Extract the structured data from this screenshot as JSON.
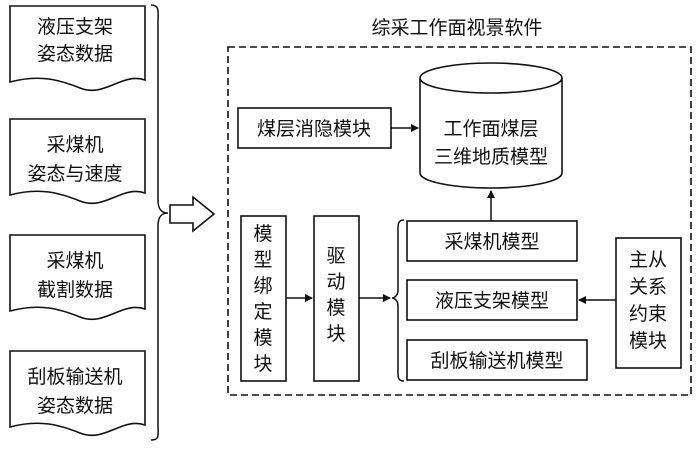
{
  "software_title": "综采工作面视景软件",
  "inputs": [
    {
      "lines": [
        "液压支架",
        "姿态数据"
      ]
    },
    {
      "lines": [
        "采煤机",
        "姿态与速度"
      ]
    },
    {
      "lines": [
        "采煤机",
        "截割数据"
      ]
    },
    {
      "lines": [
        "刮板输送机",
        "姿态数据"
      ]
    }
  ],
  "modules": {
    "coal_blanking": "煤层消隐模块",
    "geo_model": [
      "工作面煤层",
      "三维地质模型"
    ],
    "binding": [
      "模",
      "型",
      "绑",
      "定",
      "模",
      "块"
    ],
    "driver": [
      "驱",
      "动",
      "模",
      "块"
    ],
    "shearer_model": "采煤机模型",
    "support_model": "液压支架模型",
    "conveyor_model": "刮板输送机模型",
    "constraint": [
      "主从",
      "关系",
      "约束",
      "模块"
    ]
  }
}
